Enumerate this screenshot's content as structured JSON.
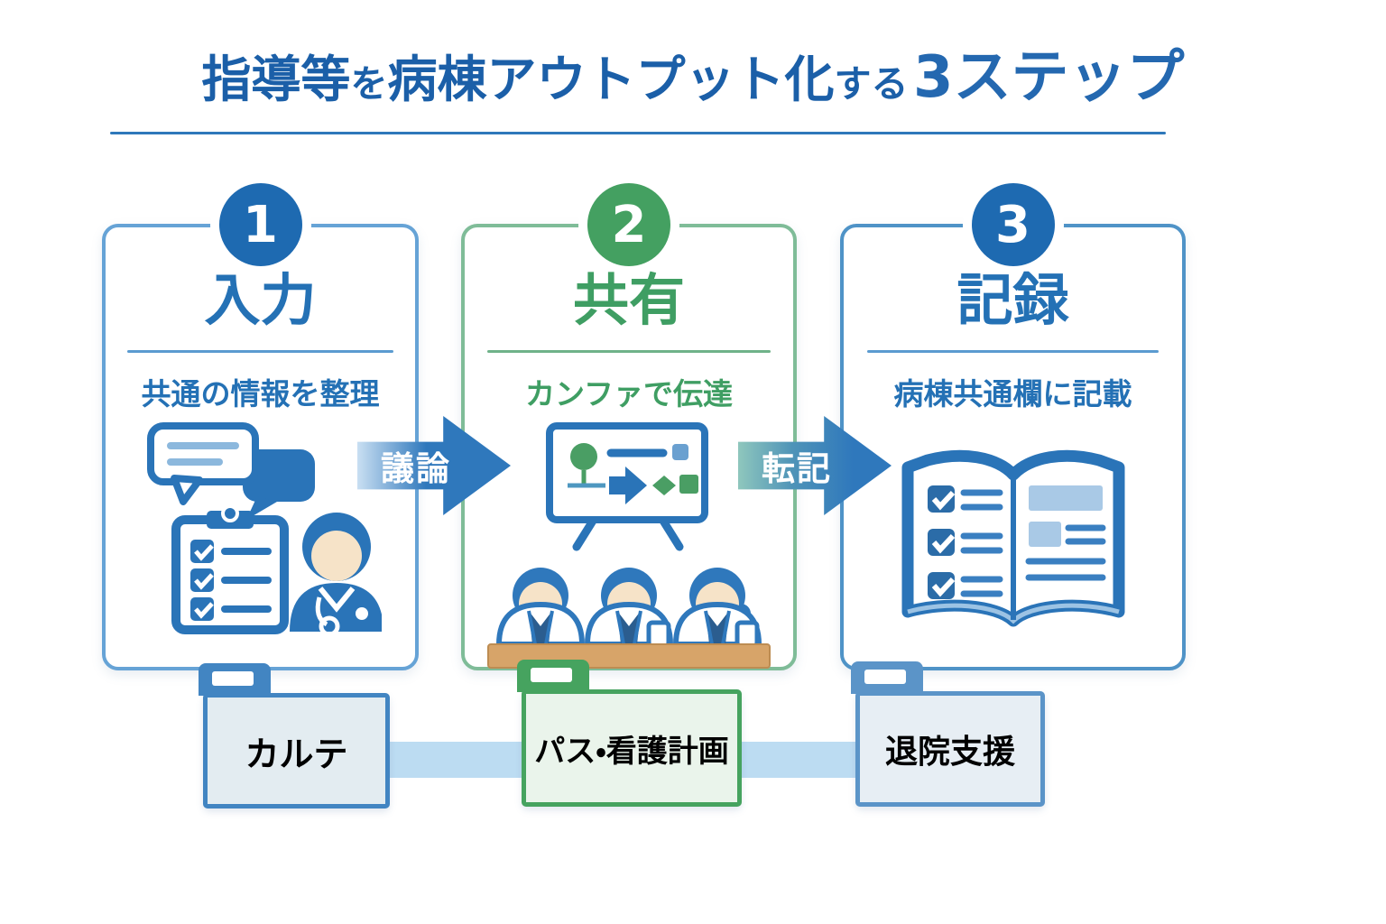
{
  "title": {
    "seg1": "指導等",
    "seg2": "を",
    "seg3": "病棟アウトプット化",
    "seg4": "する",
    "seg5": "3ステップ"
  },
  "steps": [
    {
      "number": "1",
      "heading": "入力",
      "subtitle": "共通の情報を整理",
      "accent": "#2471b5",
      "icon": "speech-bubbles-clipboard-nurse-icon"
    },
    {
      "number": "2",
      "heading": "共有",
      "subtitle": "カンファで伝達",
      "accent": "#43a061",
      "icon": "conference-whiteboard-team-icon"
    },
    {
      "number": "3",
      "heading": "記録",
      "subtitle": "病棟共通欄に記載",
      "accent": "#2471b5",
      "icon": "open-book-checklist-icon"
    }
  ],
  "arrows": [
    {
      "label": "議論"
    },
    {
      "label": "転記"
    }
  ],
  "folders": [
    {
      "label": "カルテ",
      "accent": "#4285c2"
    },
    {
      "label": "パス・看護計画",
      "accent": "#46a35f"
    },
    {
      "label": "退院支援",
      "accent": "#5b94c8"
    }
  ],
  "colors": {
    "title_blue": "#1b5fa8",
    "underline_blue": "#2e78ba",
    "step_blue": "#2471b5",
    "step_green": "#43a061",
    "card_border_blue": "#66a3d6",
    "card_border_green": "#7fbc98",
    "arrow_blue": "#2f78bc",
    "arrow_teal": "#8fc7bd",
    "connector_light_blue": "#bcdcf2",
    "table_tan": "#d7a469",
    "skin_tone": "#f6e3c8"
  }
}
